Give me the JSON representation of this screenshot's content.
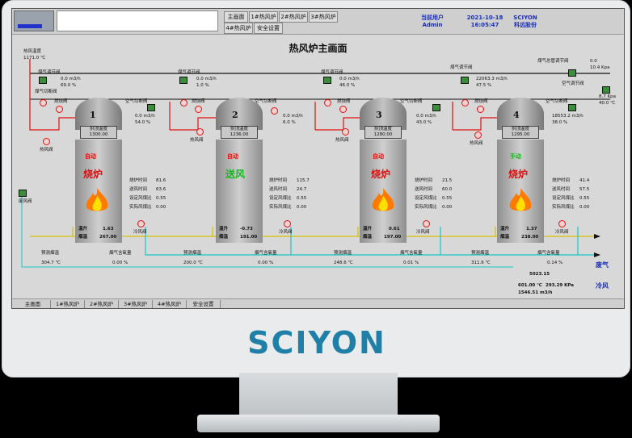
{
  "header": {
    "nav_row1": [
      "主画面",
      "1#热风炉",
      "2#热风炉",
      "3#热风炉"
    ],
    "nav_row2": [
      "4#热风炉",
      "安全设置"
    ],
    "user_label": "当前用户",
    "user_name": "Admin",
    "date": "2021-10-18",
    "time": "16:05:47",
    "brand": "SCIYON",
    "brand_cn": "科远股份"
  },
  "page_title": "热风炉主画面",
  "hot_air_temp": {
    "label": "热风温度",
    "value": "1171.0 ℃"
  },
  "gas_main_valve": {
    "label": "煤气总管调节阀",
    "value": "0.0",
    "flow": "10.4 Kpa"
  },
  "air_main_valve": {
    "label": "空气总管调节阀",
    "value": "8.7 Kpa",
    "temp": "40.0 ℃"
  },
  "labels": {
    "gas_valve": "煤气调节阀",
    "gas_cut": "煤气切断阀",
    "fire_valve": "燃烧阀",
    "air_valve": "空气调节阀",
    "air_cut": "空气切断阀",
    "hot_valve": "热风阀",
    "dome": "拱顶温度",
    "smoke_valve": "废风阀",
    "cold_valve": "冷风阀",
    "temp_rise": "温升",
    "flue_temp": "烟温",
    "pre_flue": "预测烟温",
    "o2": "烟气含氧量",
    "burn_time": "烧炉时间",
    "send_time": "送风时间",
    "set_ratio": "设定风煤比",
    "act_ratio": "实际风煤比",
    "waste_gas": "废气",
    "cold_air": "冷风"
  },
  "stoves": [
    {
      "id": "1",
      "mode": "自动",
      "state": "烧炉",
      "gas_flow": "0.0 m3/h",
      "gas_pct": "69.0 %",
      "air_flow": "0.0 m3/h",
      "air_pct": "54.0 %",
      "dome": "1300.00",
      "burn": "81.6",
      "send": "63.6",
      "set": "0.55",
      "act": "0.00",
      "rise": "1.63",
      "flue": "267.00",
      "pre": "304.7 ℃",
      "o2": "0.00 %"
    },
    {
      "id": "2",
      "mode": "自动",
      "state": "送风",
      "gas_flow": "0.0 m3/h",
      "gas_pct": "1.0 %",
      "air_flow": "0.0 m3/h",
      "air_pct": "6.0 %",
      "dome": "1236.00",
      "burn": "115.7",
      "send": "24.7",
      "set": "0.55",
      "act": "0.00",
      "rise": "-0.73",
      "flue": "191.00",
      "pre": "200.0 ℃",
      "o2": "0.00 %"
    },
    {
      "id": "3",
      "mode": "自动",
      "state": "烧炉",
      "gas_flow": "0.0 m3/h",
      "gas_pct": "46.0 %",
      "air_flow": "0.0 m3/h",
      "air_pct": "43.0 %",
      "dome": "1280.00",
      "burn": "21.5",
      "send": "60.0",
      "set": "0.55",
      "act": "0.00",
      "rise": "0.61",
      "flue": "197.00",
      "pre": "248.6 ℃",
      "o2": "0.01 %"
    },
    {
      "id": "4",
      "mode": "手动",
      "state": "烧炉",
      "gas_flow": "22063.3 m3/h",
      "gas_pct": "47.5 %",
      "air_flow": "18553.2 m3/h",
      "air_pct": "38.0 %",
      "dome": "1295.00",
      "burn": "41.4",
      "send": "57.5",
      "set": "0.55",
      "act": "0.00",
      "rise": "1.37",
      "flue": "238.00",
      "pre": "311.6 ℃",
      "o2": "0.14 %"
    }
  ],
  "outlet": {
    "waste_value": "5023.15",
    "temp": "601.00 ℃",
    "press": "293.29 KPa",
    "cold_flow": "1546.51 m3/h"
  },
  "bottom_tabs": [
    "主画面",
    "1#热风炉",
    "2#热风炉",
    "3#热风炉",
    "4#热风炉",
    "安全设置"
  ],
  "bezel_brand": "SCIYON",
  "colors": {
    "pipe_red": "#e01010",
    "pipe_cyan": "#16c6c6",
    "pipe_yellow": "#d6c000",
    "bezel": "#1f7fa6"
  }
}
